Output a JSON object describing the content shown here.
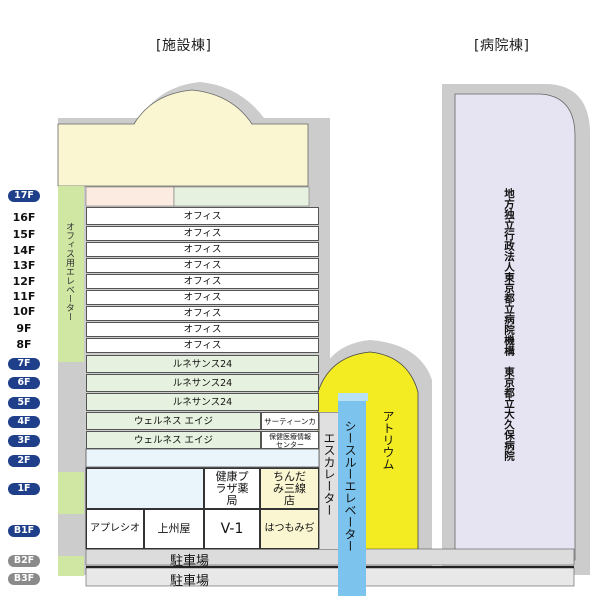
{
  "headers": {
    "facility": "[施設棟]",
    "hospital": "[病院棟]"
  },
  "floors": {
    "f17": "17F",
    "f16": "16F",
    "f15": "15F",
    "f14": "14F",
    "f13": "13F",
    "f12": "12F",
    "f11": "11F",
    "f10": "10F",
    "f9": "9F",
    "f8": "8F",
    "f7": "7F",
    "f6": "6F",
    "f5": "5F",
    "f4": "4F",
    "f3": "3F",
    "f2": "2F",
    "f1": "1F",
    "b1": "B1F",
    "b2": "B2F",
    "b3": "B3F"
  },
  "office_label": "オフィス",
  "office_elevator": "オフィス用エレベーター",
  "renaissance": {
    "r7": "ルネサンス24",
    "r6": "ルネサンス24",
    "r5": "ルネサンス24"
  },
  "wellness": {
    "w4": "ウェルネス エイジ",
    "w3": "ウェルネス エイジ"
  },
  "cafe": "サーティーンカフェ",
  "health_center": "保健医療情報センター",
  "shops": {
    "kenko": "健康プラザ薬局",
    "chindami": "ちんだみ三線店",
    "apuresio": "アプレシオ",
    "joshuya": "上州屋",
    "v1": "V-1",
    "hatsumomichi": "はつもみぢ"
  },
  "escalator": "エスカレーター",
  "seethrough_elevator": "シースルーエレベーター",
  "atrium": "アトリウム",
  "hospital_name": "地方独立行政法人東京都立病院機構　東京都立大久保病院",
  "parking": {
    "b2": "駐車場",
    "b3": "駐車場"
  },
  "colors": {
    "facility_top": "#fbf6d2",
    "green_band": "#d6ebc4",
    "elevator_green": "#cfe7a3",
    "hospital": "#e6e4f2",
    "atrium": "#f4ec22",
    "see_elevator": "#7cc4ee",
    "floor_pill": "#1f3f8a",
    "building_shadow": "#c8c8c8"
  }
}
